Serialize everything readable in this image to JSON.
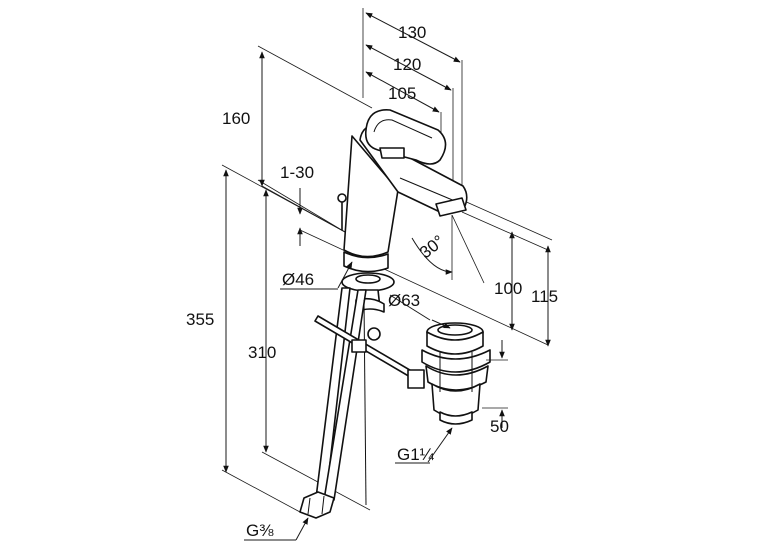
{
  "dimensions": {
    "d130": "130",
    "d120": "120",
    "d105": "105",
    "d160": "160",
    "d1_30": "1-30",
    "d30deg": "30°",
    "d46": "Ø46",
    "d63": "Ø63",
    "d355": "355",
    "d310": "310",
    "d100": "100",
    "d115": "115",
    "d50": "50",
    "g114": "G1¼",
    "g38": "G⅜"
  }
}
